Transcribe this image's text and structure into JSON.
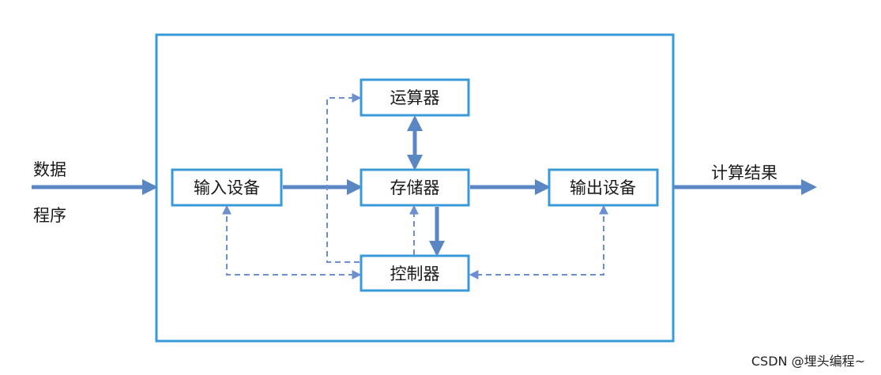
{
  "diagram": {
    "inputs": {
      "line1": "数据",
      "line2": "程序"
    },
    "output": "计算结果",
    "nodes": {
      "alu": "运算器",
      "input_device": "输入设备",
      "memory": "存储器",
      "output_device": "输出设备",
      "controller": "控制器"
    },
    "colors": {
      "frame": "#3a9ad9",
      "box": "#3a9ad9",
      "arrow": "#5b86c4",
      "dashed": "#6b8fcf"
    }
  },
  "watermark": "CSDN @埋头编程~"
}
